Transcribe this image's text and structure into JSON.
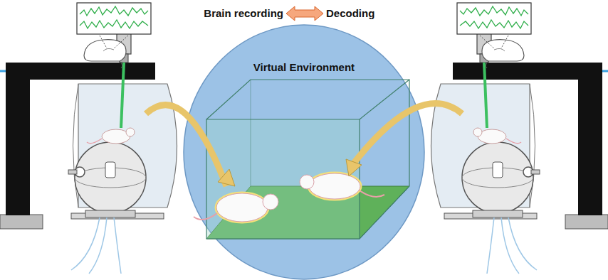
{
  "diagram": {
    "nodes": [
      {
        "text": [
          "Virtual Environment"
        ]
      }
    ],
    "edges": [],
    "labels": [
      "Brain recording",
      "Decoding"
    ]
  }
}
